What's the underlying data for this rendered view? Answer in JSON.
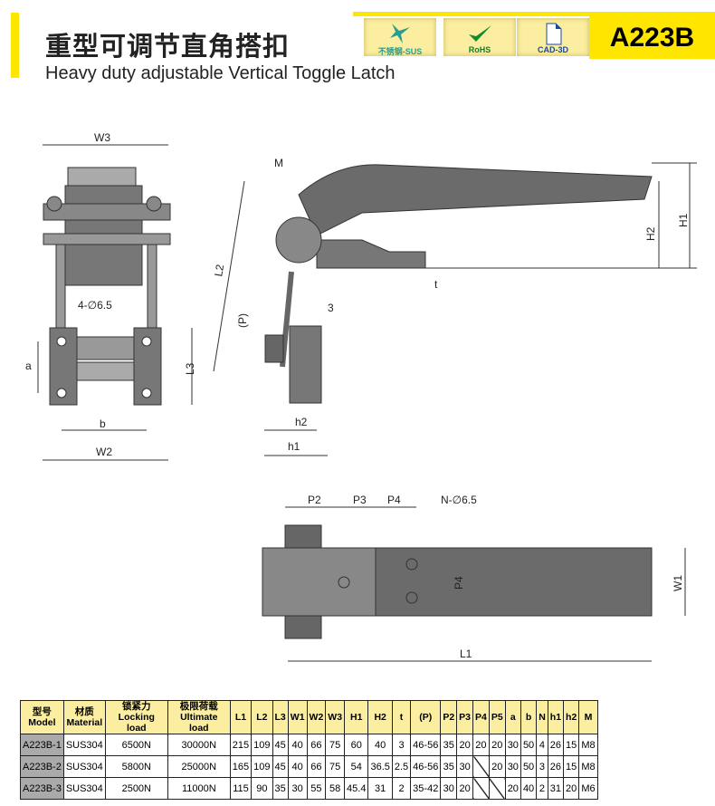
{
  "header": {
    "title": "重型可调节直角搭扣",
    "subtitle": "Heavy duty adjustable Vertical Toggle Latch",
    "model": "A223B",
    "badges": [
      {
        "label": "不锈钢-SUS",
        "icon": "sparkle-icon"
      },
      {
        "label": "RoHS",
        "icon": "check-icon"
      },
      {
        "label": "CAD-3D",
        "icon": "document-icon"
      }
    ]
  },
  "dims": {
    "W3": "W3",
    "a": "a",
    "b": "b",
    "W2": "W2",
    "L3": "L3",
    "hole": "4-∅6.5",
    "M": "M",
    "L2": "L2",
    "H1": "H1",
    "H2": "H2",
    "t": "t",
    "P": "(P)",
    "three": "3",
    "h2": "h2",
    "h1": "h1",
    "P2": "P2",
    "P3": "P3",
    "P4": "P4",
    "nhole": "N-∅6.5",
    "P4v": "P4",
    "W1": "W1",
    "L1": "L1"
  },
  "table": {
    "headers": [
      [
        "型号",
        "Model"
      ],
      [
        "材质",
        "Material"
      ],
      [
        "锁紧力",
        "Locking load"
      ],
      [
        "极限荷载",
        "Ultimate load"
      ],
      [
        "L1"
      ],
      [
        "L2"
      ],
      [
        "L3"
      ],
      [
        "W1"
      ],
      [
        "W2"
      ],
      [
        "W3"
      ],
      [
        "H1"
      ],
      [
        "H2"
      ],
      [
        "t"
      ],
      [
        "(P)"
      ],
      [
        "P2"
      ],
      [
        "P3"
      ],
      [
        "P4"
      ],
      [
        "P5"
      ],
      [
        "a"
      ],
      [
        "b"
      ],
      [
        "N"
      ],
      [
        "h1"
      ],
      [
        "h2"
      ],
      [
        "M"
      ]
    ],
    "rows": [
      [
        "A223B-1",
        "SUS304",
        "6500N",
        "30000N",
        "215",
        "109",
        "45",
        "40",
        "66",
        "75",
        "60",
        "40",
        "3",
        "46-56",
        "35",
        "20",
        "20",
        "20",
        "30",
        "50",
        "4",
        "26",
        "15",
        "M8"
      ],
      [
        "A223B-2",
        "SUS304",
        "5800N",
        "25000N",
        "165",
        "109",
        "45",
        "40",
        "66",
        "75",
        "54",
        "36.5",
        "2.5",
        "46-56",
        "35",
        "30",
        "",
        "20",
        "30",
        "50",
        "3",
        "26",
        "15",
        "M8"
      ],
      [
        "A223B-3",
        "SUS304",
        "2500N",
        "11000N",
        "115",
        "90",
        "35",
        "30",
        "55",
        "58",
        "45.4",
        "31",
        "2",
        "35-42",
        "30",
        "20",
        "",
        "",
        "20",
        "40",
        "2",
        "31",
        "20",
        "M6"
      ]
    ]
  },
  "colors": {
    "accent": "#ffe600",
    "badge": "#fbeea0",
    "part": "#6b6b6b"
  }
}
